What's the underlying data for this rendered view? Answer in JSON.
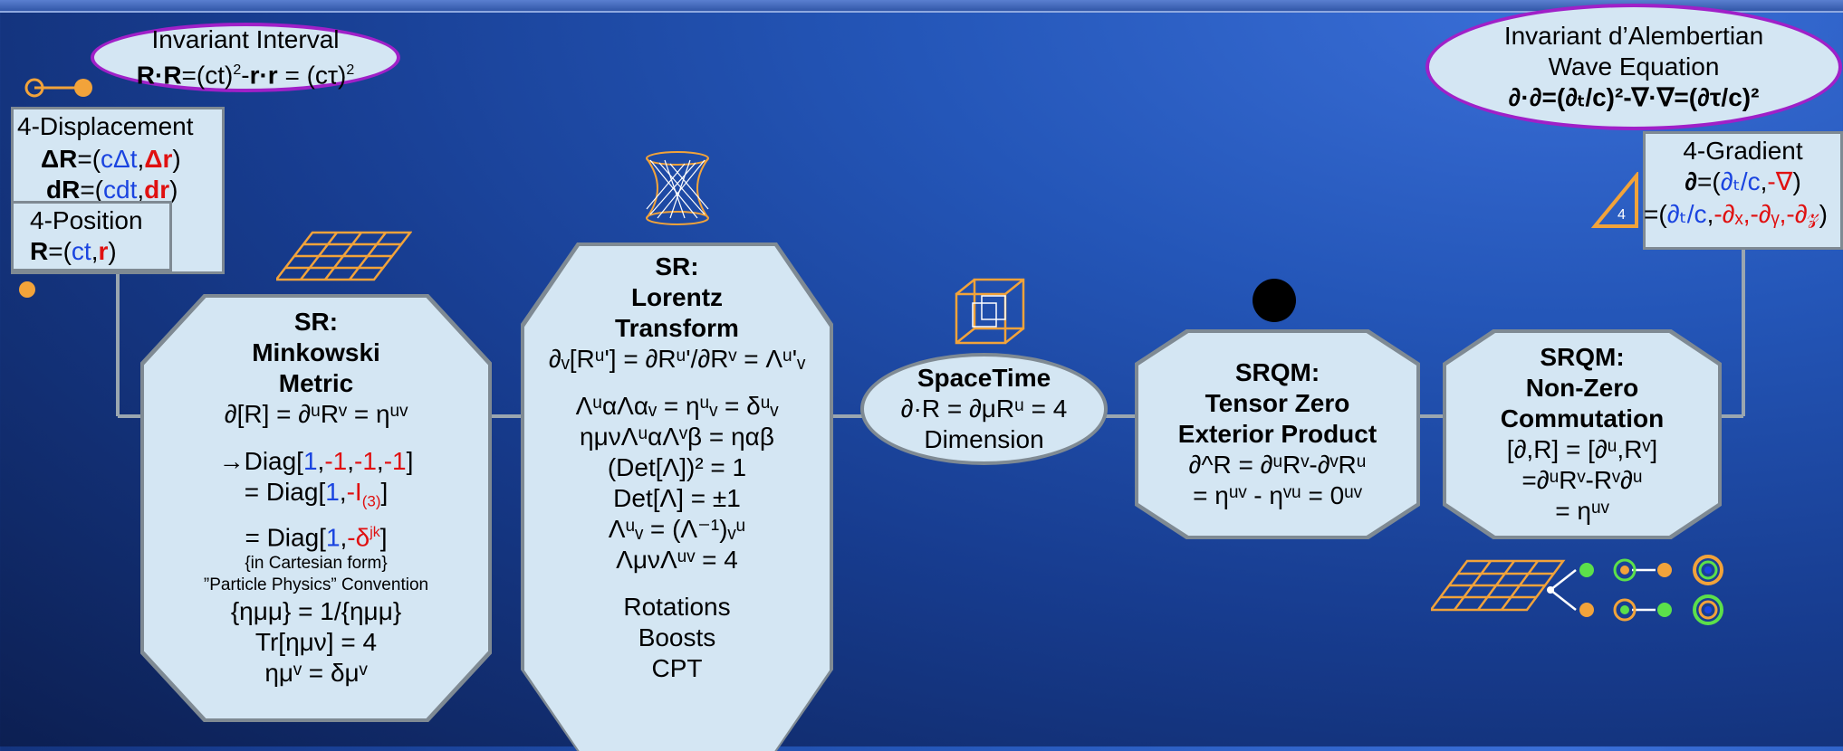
{
  "colors": {
    "accent_blue": "#1a44e0",
    "accent_red": "#e01010",
    "node_fill": "#d4e6f3",
    "ellipse_border": "#a020c8"
  },
  "invariant_interval": {
    "title": "Invariant Interval",
    "eq_a": "R·R",
    "eq_b": "=(ct)",
    "eq_c": "2",
    "eq_d": "-",
    "eq_e": "r·r",
    "eq_f": " = (cτ)",
    "eq_g": "2"
  },
  "displacement": {
    "title": "4-Displacement",
    "line1": [
      "ΔR",
      "=(",
      "cΔt",
      ",",
      "Δr",
      ")"
    ],
    "line2": [
      "dR",
      "=(",
      "cdt",
      ",",
      "dr",
      ")"
    ]
  },
  "position": {
    "title": "4-Position",
    "line": [
      "R",
      "=(",
      "ct",
      ",",
      "r",
      ")"
    ]
  },
  "minkowski": {
    "h1": "SR:",
    "h2": "Minkowski",
    "h3": "Metric",
    "l1": "∂[R] = ∂ᵘRᵛ = ηᵘᵛ",
    "l2a": "→Diag[",
    "l2b": "1",
    "l2c": ",",
    "l2d": "-1",
    "l2e": ",",
    "l2f": "-1",
    "l2g": ",",
    "l2h": "-1",
    "l2i": "]",
    "l3a": "= Diag[",
    "l3b": "1",
    "l3c": ",",
    "l3d": "-I",
    "l3e": "(3)",
    "l3f": "]",
    "l4a": "= Diag[",
    "l4b": "1",
    "l4c": ",",
    "l4d": "-δ",
    "l4e": "jk",
    "l4f": "]",
    "l5": "{in Cartesian form}",
    "l6": "”Particle Physics” Convention",
    "l7": "{ημμ} = 1/{ημμ}",
    "l8": "Tr[ημν] = 4",
    "l9": "ημᵛ = δμᵛ"
  },
  "lorentz": {
    "h1": "SR:",
    "h2": "Lorentz",
    "h3": "Transform",
    "l1": "∂ᵥ[Rᵘ'] = ∂Rᵘ'/∂Rᵛ = Λᵘ'ᵥ",
    "l2": "ΛᵘαΛαᵥ = ηᵘᵥ = δᵘᵥ",
    "l3": "ημνΛᵘαΛᵛβ  = ηαβ",
    "l4": "(Det[Λ])² = 1",
    "l5": "Det[Λ] = ±1",
    "l6": "Λᵘᵥ = (Λ⁻¹)ᵥᵘ",
    "l7": "ΛμνΛᵘᵛ = 4",
    "l8": "Rotations",
    "l9": "Boosts",
    "l10": "CPT"
  },
  "spacetime": {
    "title": "SpaceTime",
    "eq": "∂·R = ∂μRᵘ = 4",
    "sub": "Dimension"
  },
  "tensor_zero": {
    "h1": "SRQM:",
    "h2": "Tensor Zero",
    "h3": "Exterior Product",
    "l1": "∂^R = ∂ᵘRᵛ-∂ᵛRᵘ",
    "l2": "= ηᵘᵛ - ηᵛᵘ = 0ᵘᵛ"
  },
  "commutation": {
    "h1": "SRQM:",
    "h2": "Non-Zero",
    "h3": "Commutation",
    "l1": "[∂,R] = [∂ᵘ,Rᵛ]",
    "l2": "=∂ᵘRᵛ-Rᵛ∂ᵘ",
    "l3": "= ηᵘᵛ"
  },
  "dalembertian": {
    "title1": "Invariant d’Alembertian",
    "title2": "Wave Equation",
    "eq": "∂·∂=(∂ₜ/c)²-∇·∇=(∂τ/c)²"
  },
  "gradient": {
    "title": "4-Gradient",
    "line1": [
      "∂",
      "=(",
      "∂ₜ/c",
      ",",
      "-∇",
      ")"
    ],
    "line2": [
      "=(",
      "∂ₜ/c",
      ",",
      "-∂ₓ,-∂ᵧ,-∂𝓏",
      ")"
    ],
    "icon_label": "4"
  }
}
